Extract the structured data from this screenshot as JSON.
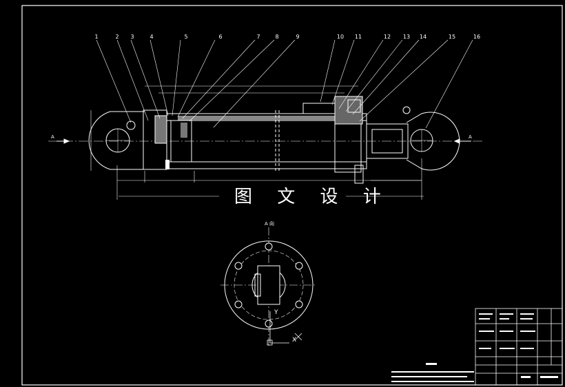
{
  "drawing": {
    "banner_text": "图 文 设 计",
    "section_mark": "A",
    "view_mark": "A 向",
    "part_numbers": [
      "1",
      "2",
      "3",
      "4",
      "5",
      "6",
      "7",
      "8",
      "9",
      "10",
      "11",
      "12",
      "13",
      "14",
      "15",
      "16"
    ],
    "axis_labels": {
      "x": "X",
      "y": "Y"
    }
  },
  "colors": {
    "background": "#000000",
    "lines": "#ffffff",
    "frame": "#ffffff"
  },
  "icons": [
    "centerline-cross-icon",
    "ucs-axis-icon"
  ]
}
